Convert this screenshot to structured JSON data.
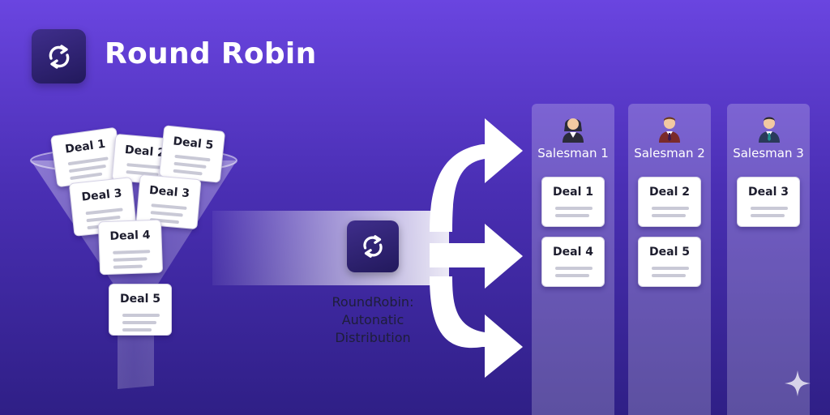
{
  "header": {
    "title": "Round Robin",
    "logo_icon": "refresh-cycle-icon"
  },
  "funnel_deals": [
    "Deal 1",
    "Deal 2",
    "Deal 5",
    "Deal 3",
    "Deal 3",
    "Deal 4",
    "Deal 5"
  ],
  "center": {
    "icon": "refresh-cycle-icon",
    "lines": [
      "RoundRobin:",
      "Autonatic",
      "Distribution"
    ]
  },
  "salesmen": [
    {
      "name": "Salesman 1",
      "avatar": "businesswoman-icon",
      "deals": [
        "Deal 1",
        "Deal 4"
      ]
    },
    {
      "name": "Salesman 2",
      "avatar": "businessman-icon",
      "deals": [
        "Deal 2",
        "Deal 5"
      ]
    },
    {
      "name": "Salesman 3",
      "avatar": "businessman-icon",
      "deals": [
        "Deal 3"
      ]
    }
  ],
  "colors": {
    "bg_top": "#6a45e0",
    "bg_bottom": "#2f1f86",
    "icon_bg": "#2b2070",
    "card": "#ffffff",
    "column": "rgba(255,255,255,0.22)"
  }
}
